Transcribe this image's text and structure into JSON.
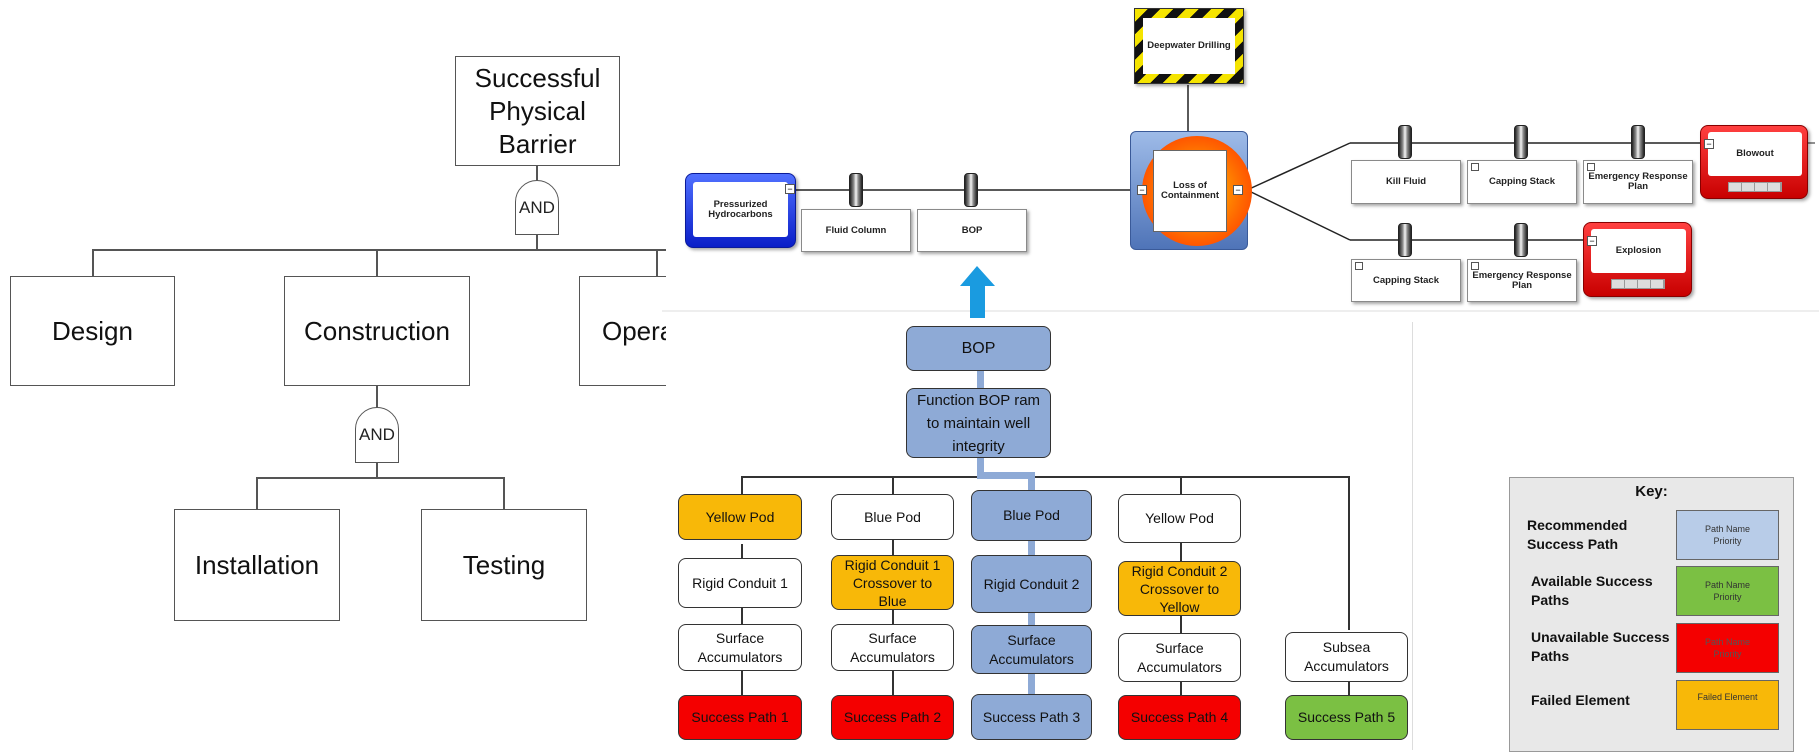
{
  "fault_tree": {
    "top_event": "Successful Physical Barrier",
    "top_gate": "AND",
    "level1": [
      "Design",
      "Construction",
      "Opera"
    ],
    "sub_gate": "AND",
    "level2": [
      "Installation",
      "Testing"
    ]
  },
  "bowtie": {
    "hazard": "Deepwater Drilling",
    "top_event": "Loss of Containment",
    "threat": "Pressurized Hydrocarbons",
    "prevention_barriers": [
      "Fluid Column",
      "BOP"
    ],
    "mitigation_upper": [
      "Kill Fluid",
      "Capping Stack",
      "Emergency Response Plan"
    ],
    "mitigation_lower": [
      "Capping Stack",
      "Emergency Response Plan"
    ],
    "consequences": [
      "Blowout",
      "Explosion"
    ],
    "colors": {
      "threat": "#1f3ee0",
      "consequence": "#e01f1f",
      "top_event_ring": "#ff3300",
      "hazard_stripe": "#f5e400"
    }
  },
  "success_tree": {
    "root": "BOP",
    "function": "Function BOP ram to maintain well integrity",
    "columns": [
      {
        "pod": "Yellow Pod",
        "conduit": "Rigid Conduit 1",
        "accumulators": "Surface Accumulators",
        "path": "Success Path 1"
      },
      {
        "pod": "Blue Pod",
        "conduit": "Rigid Conduit 1 Crossover to Blue",
        "accumulators": "Surface Accumulators",
        "path": "Success Path 2"
      },
      {
        "pod": "Blue Pod",
        "conduit": "Rigid Conduit 2",
        "accumulators": "Surface Accumulators",
        "path": "Success Path 3"
      },
      {
        "pod": "Yellow Pod",
        "conduit": "Rigid Conduit 2 Crossover to Yellow",
        "accumulators": "Surface Accumulators",
        "path": "Success Path 4"
      },
      {
        "accumulators": "Subsea Accumulators",
        "path": "Success Path 5"
      }
    ],
    "colors": {
      "recommended": "#8eaad6",
      "available": "#7bc043",
      "unavailable": "#f40000",
      "failed": "#f8b808"
    }
  },
  "key": {
    "title": "Key:",
    "items": [
      {
        "label": "Recommended Success Path",
        "swatch": "Path Name Priority"
      },
      {
        "label": "Available Success Paths",
        "swatch": "Path Name Priority"
      },
      {
        "label": "Unavailable Success Paths",
        "swatch": "Path Name Priority"
      },
      {
        "label": "Failed Element",
        "swatch": "Failed Element"
      }
    ]
  }
}
